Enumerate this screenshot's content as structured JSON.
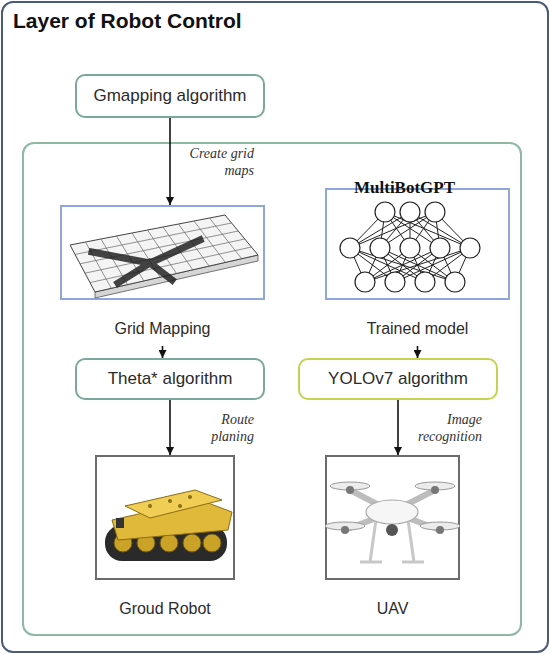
{
  "diagram": {
    "nodes": [
      {
        "text": [
          "Layer of Robot Control"
        ]
      },
      {
        "text": [
          "Gmapping algorithm"
        ],
        "in": 0
      },
      {
        "text": [
          "MultiBotGPT"
        ],
        "in": 0
      },
      {
        "text": [
          "Grid Mapping"
        ],
        "in": 2
      },
      {
        "text": [
          "Trained model"
        ],
        "in": 2
      },
      {
        "text": [
          "Theta* algorithm"
        ],
        "in": 2
      },
      {
        "text": [
          "YOLOv7 algorithm"
        ],
        "in": 2
      },
      {
        "text": [
          "Groud Robot"
        ],
        "in": 2
      },
      {
        "text": [
          "UAV"
        ],
        "in": 2
      }
    ],
    "edges": [
      {
        "from": 1,
        "to": 3,
        "label": "Create grid maps",
        "arrow": "to"
      },
      {
        "from": 3,
        "to": 5,
        "arrow": "to"
      },
      {
        "from": 5,
        "to": 7,
        "label": "Route planing",
        "arrow": "to"
      },
      {
        "from": 4,
        "to": 6,
        "arrow": "to"
      },
      {
        "from": 6,
        "to": 8,
        "label": "Image recognition",
        "arrow": "to"
      }
    ]
  }
}
